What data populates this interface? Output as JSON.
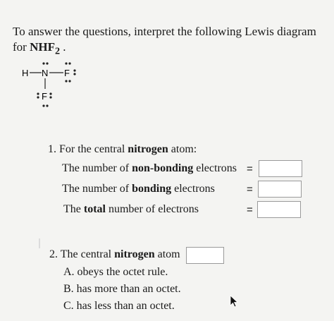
{
  "intro": {
    "line1": "To answer the questions, interpret the following Lewis diagram",
    "line2_prefix": "for ",
    "molecule": "NHF",
    "molecule_sub": "2",
    "line2_suffix": " ."
  },
  "lewis": {
    "h": "H",
    "n": "N",
    "f1": "F",
    "f2": "F"
  },
  "q1": {
    "number": "1.",
    "text_before": "For the central ",
    "bold": "nitrogen",
    "text_after": " atom:",
    "rows": [
      {
        "before": "The number of ",
        "bold": "non-bonding",
        "after": " electrons",
        "eq": "="
      },
      {
        "before": "The number of ",
        "bold": "bonding",
        "after": " electrons",
        "eq": "="
      },
      {
        "before": "The ",
        "bold": "total",
        "after": " number of electrons",
        "eq": "="
      }
    ]
  },
  "q2": {
    "number": "2.",
    "text_before": "The central ",
    "bold": "nitrogen",
    "text_after": " atom",
    "options": [
      "A. obeys the octet rule.",
      "B. has more than an octet.",
      "C. has less than an octet."
    ]
  }
}
